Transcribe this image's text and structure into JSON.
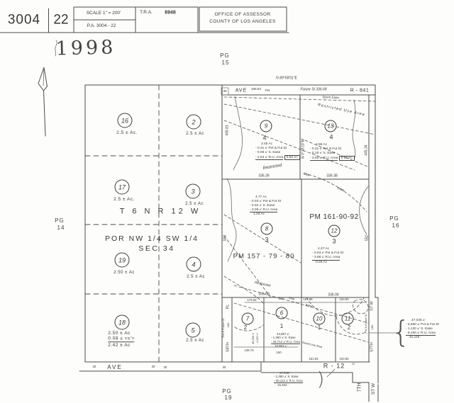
{
  "header": {
    "book": "3004",
    "page": "22",
    "scale": "SCALE 1\" = 200'",
    "pa": "P.A. 3004 - 22",
    "tra_label": "T.R.A.",
    "tra_value": "6948",
    "office1": "OFFICE OF ASSESSOR",
    "office2": "COUNTY OF LOS ANGELES"
  },
  "stamp": {
    "year": "1998"
  },
  "pg": {
    "top1": "PG",
    "top2": "15",
    "left1": "PG",
    "left2": "14",
    "right1": "PG",
    "right2": "16",
    "bottom1": "PG",
    "bottom2": "19"
  },
  "township": {
    "tr": "T 6 N    R 12 W",
    "por": "POR NW 1/4    SW 1/4",
    "sec": "SEC 34"
  },
  "left": {
    "p16": {
      "n": "16",
      "a": "2.5 ± Ac."
    },
    "p2": {
      "n": "2",
      "a": "2.5 ± Ac"
    },
    "p17": {
      "n": "17",
      "a": "2.5 ± Ac."
    },
    "p3": {
      "n": "3",
      "a": "2.5 ± Ac"
    },
    "p19": {
      "n": "19",
      "a": "2.50 ± Ac"
    },
    "p4": {
      "n": "4",
      "a": "2.5 ± Ac"
    },
    "p18": {
      "n": "18",
      "a": "2.50 ± Ac",
      "b": "0.08 ±  <s'>",
      "c": "2.42 ± Ac"
    },
    "p5": {
      "n": "5",
      "a": "2.5 ± Ac"
    }
  },
  "right": {
    "pa": {
      "n": "9",
      "lot": "4",
      "note": "Restricted",
      "calc": [
        "3.45 Ac",
        "- 0.31 ±'  Pvt & Fut St",
        "- 0.08 ±'  S. Ease",
        "- 2.53 ±'  R.U. Area",
        "0.53 Ac"
      ]
    },
    "pb": {
      "n": "13",
      "lot": "4",
      "calc": [
        "3.96 Ac",
        "- 0.31 ±'  Pvt & Fut St",
        "- 0.15 ±'  S. Ease",
        "- 3.00 ±'  R.U. Area",
        "0.50 Ac"
      ]
    },
    "p8": {
      "n": "8",
      "lot": "3",
      "calc": [
        "4.77 Ac",
        "- 0.03 ±'  Pvt & Fut St",
        "- 0.32 ±'  S. Ease",
        "- 3.09 ±'  R.U. Area",
        "1.33 Ac"
      ]
    },
    "p12": {
      "n": "12",
      "lot": "3",
      "calc": [
        "4.27 Ac",
        "- 0.03 ±'  Pvt & Fut St",
        "- 3.98 ±'  R.U. Area",
        "0.26 Ac"
      ]
    },
    "p7": {
      "n": "7",
      "lot": "2",
      "r1": "45,050 ±'",
      "r2": "- 1,597 ±'"
    },
    "p6": {
      "n": "6",
      "lot": "1",
      "calc": [
        "44,867 ±'",
        "- 1,290 ±'  S. Ease",
        "- 26,714 ±'  R.U. Area",
        "16,863 ±'"
      ]
    },
    "p10": {
      "n": "10",
      "lot": "1"
    },
    "p11": {
      "n": "11",
      "lot": "2"
    }
  },
  "pm": {
    "pm157": "PM 157 - 79 - 80",
    "pm161": "PM 161-90-92"
  },
  "refs": {
    "r841": "R - 841",
    "r12": "R - 12"
  },
  "bearings": {
    "top": "N 89°58'01\"E",
    "ab": "N 0°18'19\"W"
  },
  "streets": {
    "ave_top": "AVE",
    "ave_bottom": "AVE",
    "pvt": "Pvt",
    "future": "Future St  336.68",
    "left_name": "58TH",
    "left_dim": "180",
    "left_suffix": "PL",
    "right_name": "57TH",
    "right_dim": "180",
    "right_suffix": "ST W",
    "corner_a": "7TH",
    "corner_b": "ST W",
    "pvt_future_l": "Pvt & Future St",
    "pvt_future_r": "Pvt & Future St"
  },
  "dims": {
    "top_ave": "336.63",
    "mid_l": "336.39",
    "mid_r": "336.38",
    "low_l": "335.99",
    "low_r": "336.04",
    "sub1": "175.93",
    "sub2": "160",
    "sub3": "167.89",
    "sub4": "163.93",
    "bot1": "135.73",
    "bot2": "160",
    "bot3": "161.63",
    "bot4": "163.93",
    "tick12": "12",
    "wa": "445.81",
    "we": "445.34",
    "w8": "558",
    "e12": "552",
    "t30a": "30",
    "t30b": "30",
    "t30c": "30",
    "t30d": "30",
    "t30e": "30"
  },
  "notes": {
    "rua": "Restricted Use Area",
    "restricted_a": "Restricted",
    "storm": "Storm Ease",
    "use_mid": "Use",
    "area_mid": "Area",
    "restricted_b": "Restricted",
    "use_low": "Use",
    "area_low": "Area",
    "restd": "Rest'd Use Area"
  },
  "callout1": [
    "47,045 ±'",
    "- 6,660 ±'  Pvt & Fut St",
    "- 1,120 ±'  S. Ease",
    "- 8,150 ±'  R.U. Area",
    "31,115 '"
  ],
  "callout2": [
    "47,045 '",
    "- 1,480 ±'  S. Ease",
    "- 30,113 ±'  R.U. Area",
    "15,452 '"
  ]
}
